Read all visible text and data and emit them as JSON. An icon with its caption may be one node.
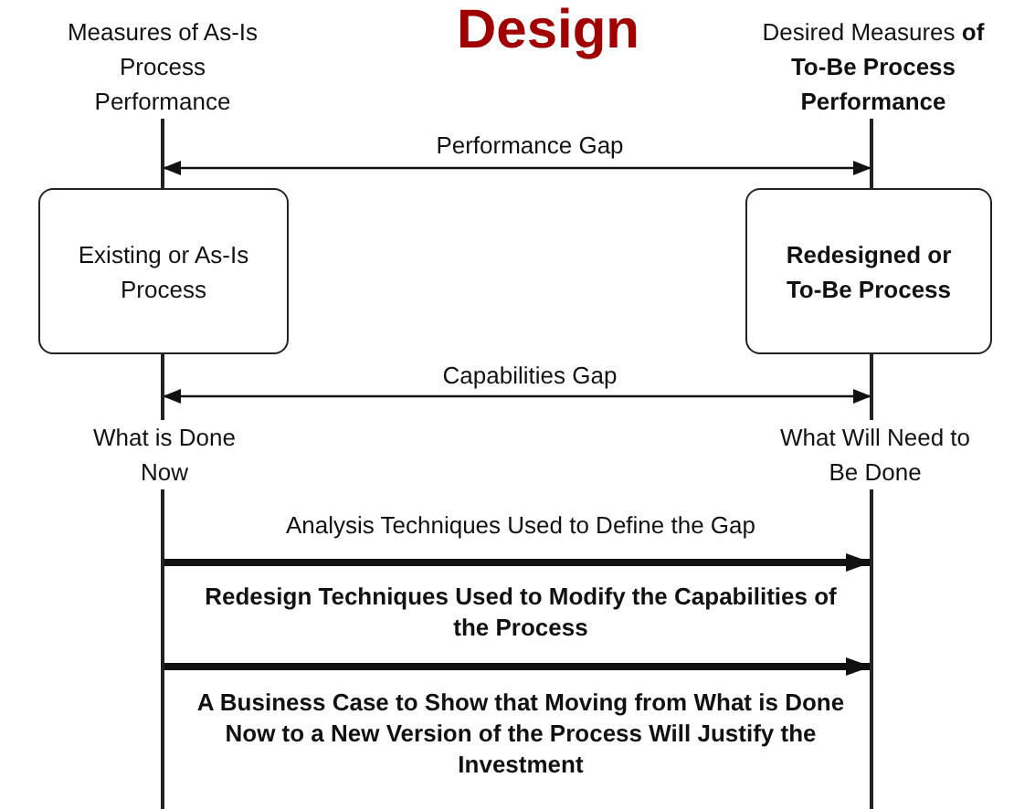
{
  "diagram": {
    "title": "Design",
    "nodes": [
      {
        "text": [
          "Measures of As-Is Process Performance"
        ]
      },
      {
        "text": [
          "Desired Measures **of To-Be Process Performance**"
        ]
      },
      {
        "text": [
          "Existing or As-Is Process"
        ]
      },
      {
        "text": [
          "Redesigned or To-Be Process"
        ]
      },
      {
        "text": [
          "What is Done Now"
        ]
      },
      {
        "text": [
          "What Will Need to Be Done"
        ]
      },
      {
        "text": [],
        "shape": "bar"
      },
      {
        "text": [],
        "shape": "bar"
      },
      {
        "text": [],
        "shape": "bar"
      },
      {
        "text": [],
        "shape": "bar"
      },
      {
        "text": [],
        "shape": "bar"
      },
      {
        "text": [],
        "shape": "bar"
      }
    ],
    "edges": [
      {
        "from": 6,
        "to": 7,
        "arrow": "both",
        "label": "Performance Gap"
      },
      {
        "from": 8,
        "to": 9,
        "arrow": "both",
        "label": "Capabilities Gap"
      },
      {
        "from": 10,
        "to": 11,
        "arrow": "to",
        "style": "thick",
        "label": "Analysis Techniques Used to Define the Gap"
      },
      {
        "from": 10,
        "to": 11,
        "arrow": "to",
        "style": "thick",
        "label": "Redesign Techniques Used to Modify the Capabilities of the Process"
      }
    ],
    "labels": [
      "A Business Case to Show that Moving from What is Done Now to a New Version of the Process Will Justify the Investment"
    ]
  }
}
